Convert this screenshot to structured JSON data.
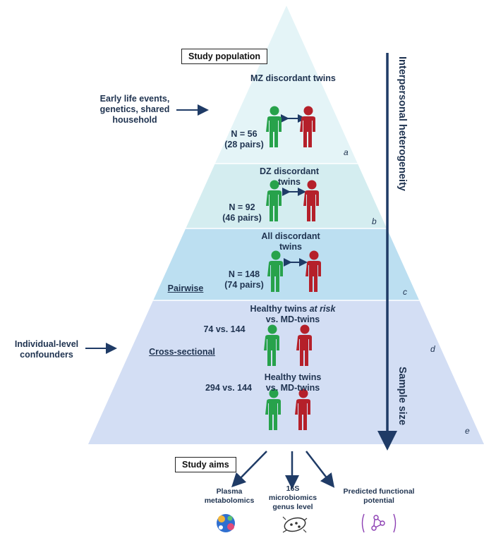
{
  "pyramid": {
    "study_population": "Study population",
    "levels": [
      {
        "id": "a",
        "title": "MZ discordant twins",
        "n": "N = 56",
        "pairs": "(28 pairs)"
      },
      {
        "id": "b",
        "title": "DZ discordant twins",
        "n": "N = 92",
        "pairs": "(46 pairs)"
      },
      {
        "id": "c",
        "title": "All discordant twins",
        "n": "N = 148",
        "pairs": "(74 pairs)",
        "design": "Pairwise"
      },
      {
        "id": "d",
        "title_pre": "Healthy twins ",
        "title_em": "at risk",
        "title_post": "vs. MD-twins",
        "count": "74 vs. 144",
        "design": "Cross-sectional"
      },
      {
        "id": "e",
        "title_line1": "Healthy twins",
        "title_line2": "vs. MD-twins",
        "count": "294 vs. 144"
      }
    ]
  },
  "side_notes": {
    "early_life": [
      "Early life events,",
      "genetics, shared",
      "household"
    ],
    "individual_level": [
      "Individual-level",
      "confounders"
    ]
  },
  "axes": {
    "top": "Interpersonal heterogeneity",
    "bottom": "Sample size"
  },
  "aims": {
    "label": "Study aims",
    "items": [
      {
        "lines": [
          "Plasma",
          "metabolomics"
        ],
        "icon": "metabolite-cluster-icon"
      },
      {
        "lines": [
          "16S",
          "microbiomics",
          "genus level"
        ],
        "icon": "bacterium-icon"
      },
      {
        "lines": [
          "Predicted functional",
          "potential"
        ],
        "icon": "molecule-pathway-icon"
      }
    ]
  },
  "colors": {
    "healthy": "#27a24b",
    "affected": "#b5202a",
    "level1": "#e4f4f7",
    "level2": "#d5eef0",
    "level3": "#bcdff0",
    "level4": "#d2def4",
    "arrow": "#1f3b66"
  }
}
